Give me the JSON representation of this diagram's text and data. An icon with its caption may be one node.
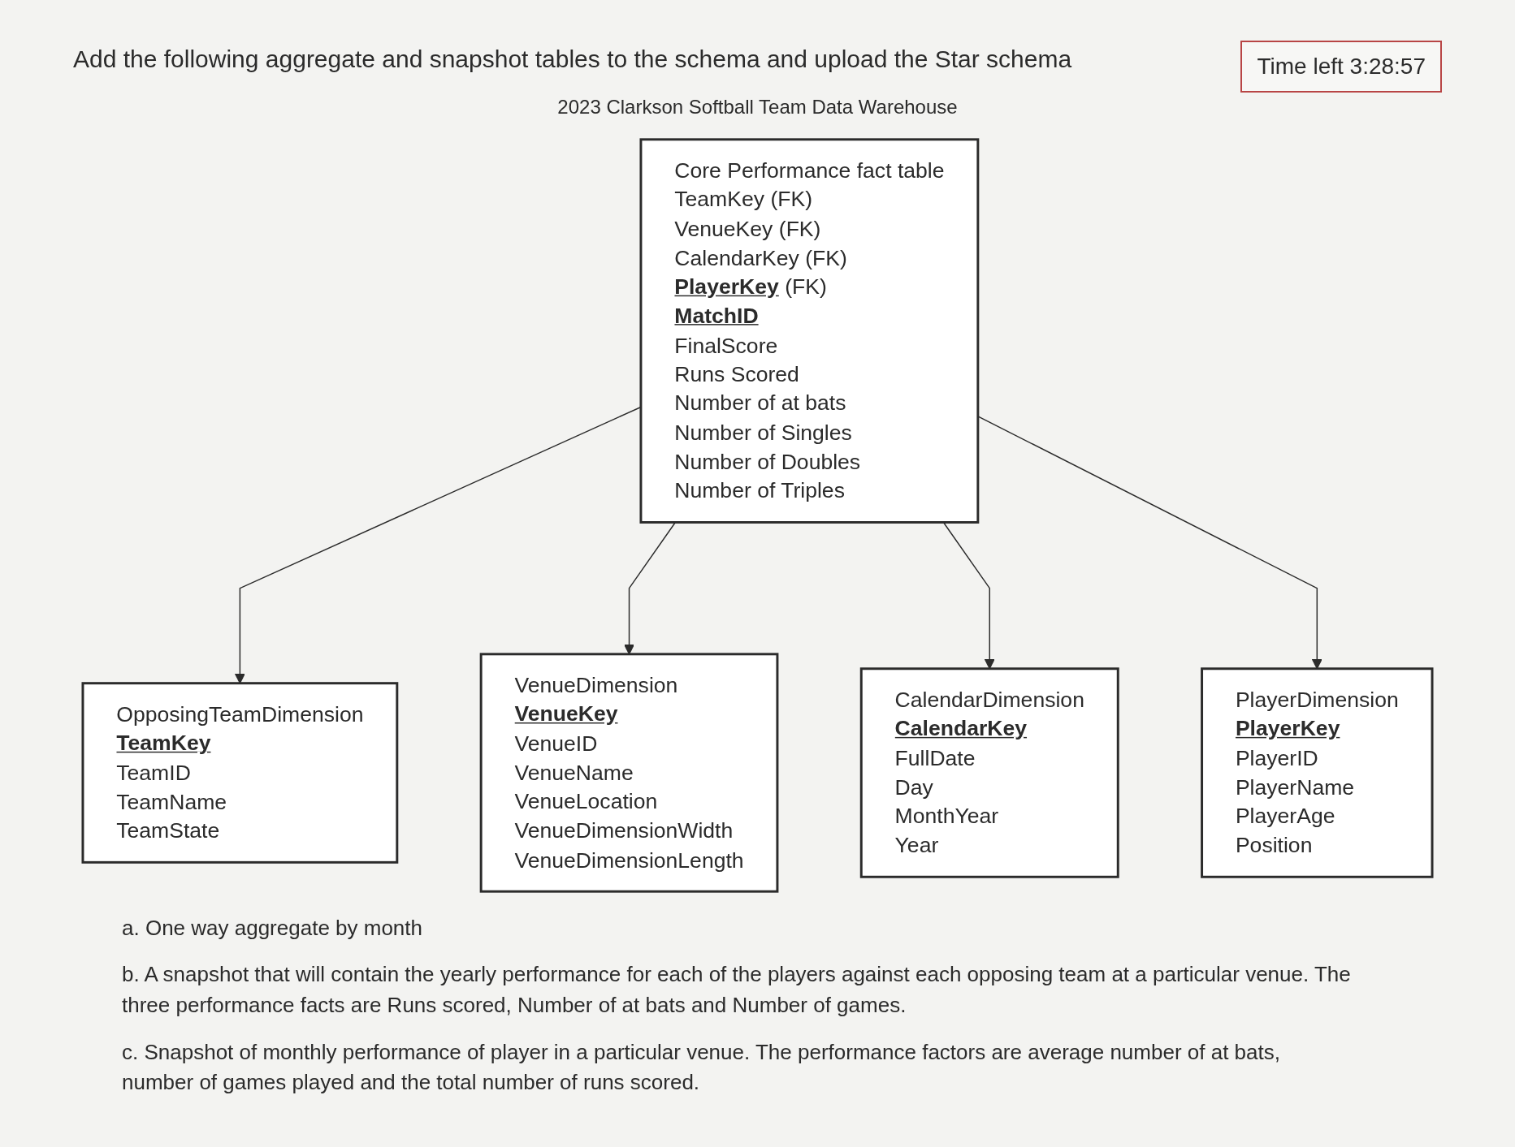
{
  "diagram": {
    "title": "2023 Clarkson Softball Team Data Warehouse",
    "nodes": [
      {
        "text": [
          "OpposingTeamDimension",
          "**TeamKey**",
          "TeamID",
          "TeamName",
          "TeamState"
        ]
      },
      {
        "text": [
          "VenueDimension",
          "**VenueKey**",
          "VenueID",
          "VenueName",
          "VenueLocation",
          "VenueDimensionWidth",
          "VenueDimensionLength"
        ]
      },
      {
        "text": [
          "Core Performance fact table",
          "TeamKey (FK)",
          "VenueKey (FK)",
          "CalendarKey (FK)",
          "**PlayerKey** (FK)",
          "**MatchID**",
          "FinalScore",
          "Runs Scored",
          "Number of at bats",
          "Number of Singles",
          "Number of Doubles",
          "Number of Triples"
        ]
      },
      {
        "text": [
          "CalendarDimension",
          "**CalendarKey**",
          "FullDate",
          "Day",
          "MonthYear",
          "Year"
        ]
      },
      {
        "text": [
          "PlayerDimension",
          "**PlayerKey**",
          "PlayerID",
          "PlayerName",
          "PlayerAge",
          "Position"
        ]
      }
    ],
    "edges": [
      {
        "from": 2,
        "to": 0,
        "arrow": "to"
      },
      {
        "from": 2,
        "to": 1,
        "arrow": "to"
      },
      {
        "from": 2,
        "to": 3,
        "arrow": "to"
      },
      {
        "from": 2,
        "to": 4,
        "arrow": "to"
      }
    ],
    "labels": [
      "Add the following aggregate and snapshot tables to the schema and upload the Star schema",
      "Time left 3:28:57",
      "a. One way aggregate by month",
      "b. A snapshot that will contain the yearly performance for each of the players against each opposing team at a particular venue. The three performance facts are Runs scored, Number of at bats and Number of games.",
      "c. Snapshot of monthly performance of player in a particular venue. The performance factors are average number of at bats, number of games played and the total number of runs scored."
    ]
  }
}
